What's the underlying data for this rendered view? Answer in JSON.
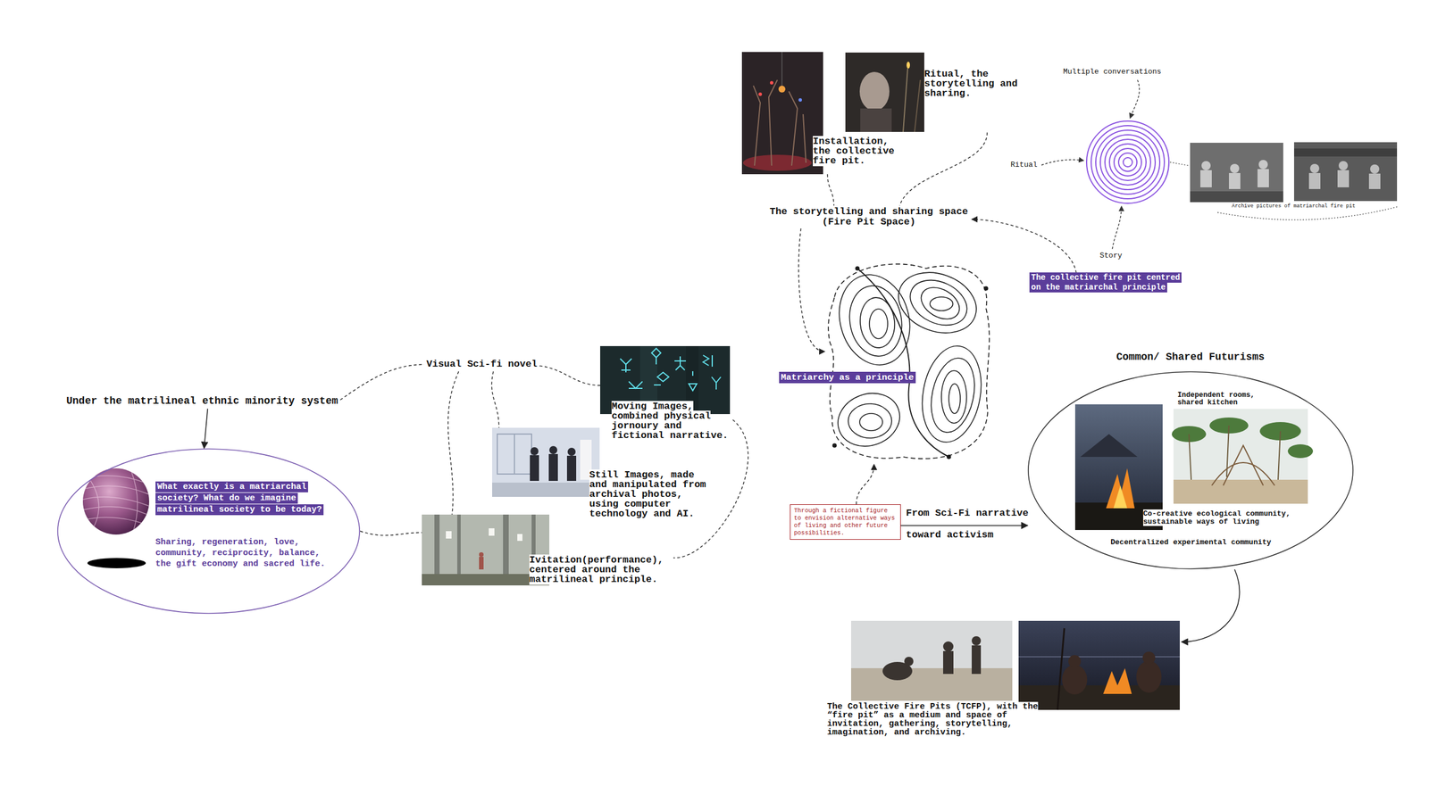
{
  "diagram": {
    "nodes": [
      {
        "text": [
          "Under the matrilineal ethnic minority system"
        ]
      },
      {
        "text": [
          "What exactly is a matriarchal society? What do we imagine matrilineal society to be today?",
          "Sharing, regeneration, love, community, reciprocity, balance, the gift economy and sacred life."
        ]
      },
      {
        "text": [
          "Visual Sci-fi novel"
        ]
      },
      {
        "text": [
          "Moving Images, combined physical jornoury and fictional narrative."
        ]
      },
      {
        "text": [
          "Still Images, made and manipulated from archival photos, using computer technology and AI."
        ]
      },
      {
        "text": [
          "Ivitation(performance), centered around the matrilineal principle."
        ]
      },
      {
        "text": [
          "Matriarchy as a principle"
        ]
      },
      {
        "text": [
          "The storytelling and sharing space (Fire Pit Space)"
        ]
      },
      {
        "text": [
          "Installation, the collective fire pit."
        ]
      },
      {
        "text": [
          "Ritual, the storytelling and sharing."
        ]
      },
      {
        "text": [
          "The collective fire pit centred on the matriarchal principle"
        ]
      },
      {
        "text": [
          "Through a fictional figure to envision alternative ways of living and other future possibilities."
        ]
      },
      {
        "text": [
          "Common/ Shared Futurisms",
          "Independent rooms, shared kitchen",
          "Co-creative ecological community, sustainable ways of living",
          "Decentralized experimental community"
        ]
      },
      {
        "text": [
          "The Collective Fire Pits (TCFP), with the “fire pit” as a medium and space of invitation, gathering, storytelling, imagination, and archiving."
        ]
      }
    ],
    "edges": [
      {
        "from": 0,
        "to": 1,
        "arrow": "to"
      },
      {
        "from": 0,
        "to": 2,
        "arrow": "none"
      },
      {
        "from": 1,
        "to": 5,
        "arrow": "none"
      },
      {
        "from": 2,
        "to": 3,
        "arrow": "none"
      },
      {
        "from": 2,
        "to": 4,
        "arrow": "none"
      },
      {
        "from": 2,
        "to": 5,
        "arrow": "none"
      },
      {
        "from": 3,
        "to": 5,
        "arrow": "none"
      },
      {
        "from": 7,
        "to": 6,
        "arrow": "to"
      },
      {
        "from": 8,
        "to": 7,
        "arrow": "none"
      },
      {
        "from": 9,
        "to": 7,
        "arrow": "none"
      },
      {
        "from": 10,
        "to": 7,
        "arrow": "to"
      },
      {
        "from": 11,
        "to": 6,
        "arrow": "to"
      },
      {
        "from": 11,
        "to": 12,
        "arrow": "to"
      },
      {
        "from": 12,
        "to": 13,
        "arrow": "to"
      }
    ],
    "labels": [
      "Multiple conversations",
      "Ritual",
      "Story",
      "Archive pictures of matriarchal fire pit",
      "From Sci-Fi narrative",
      "toward activism"
    ]
  }
}
